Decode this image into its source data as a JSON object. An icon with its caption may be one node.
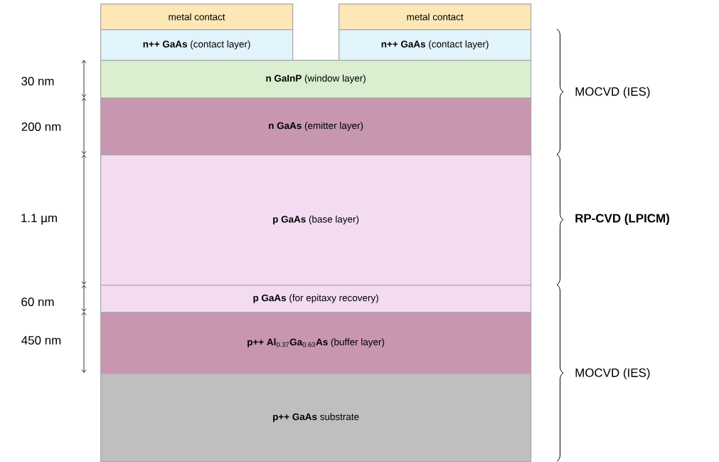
{
  "diagram": {
    "nodes": [
      {
        "text": [
          "metal contact"
        ]
      },
      {
        "text": [
          "metal contact"
        ]
      },
      {
        "text": [
          "**n++ GaAs** (contact layer)"
        ]
      },
      {
        "text": [
          "**n++ GaAs** (contact layer)"
        ]
      },
      {
        "text": [
          "**n GaInP** (window layer)"
        ]
      },
      {
        "text": [
          "**n GaAs** (emitter layer)"
        ]
      },
      {
        "text": [
          "**p GaAs** (base layer)"
        ]
      },
      {
        "text": [
          "**p GaAs** (for epitaxy recovery)"
        ]
      },
      {
        "text": [
          "**p++ Al**$_{0.37}$**Ga**$_{0.63}$**As** (buffer layer)"
        ]
      },
      {
        "text": [
          "**p++ GaAs** substrate"
        ]
      }
    ],
    "labels": [
      "30 nm",
      "200 nm",
      "1.1 µm",
      "60 nm",
      "450 nm",
      "MOCVD (IES)",
      "RP-CVD (LPICM)",
      "MOCVD (IES)"
    ]
  }
}
